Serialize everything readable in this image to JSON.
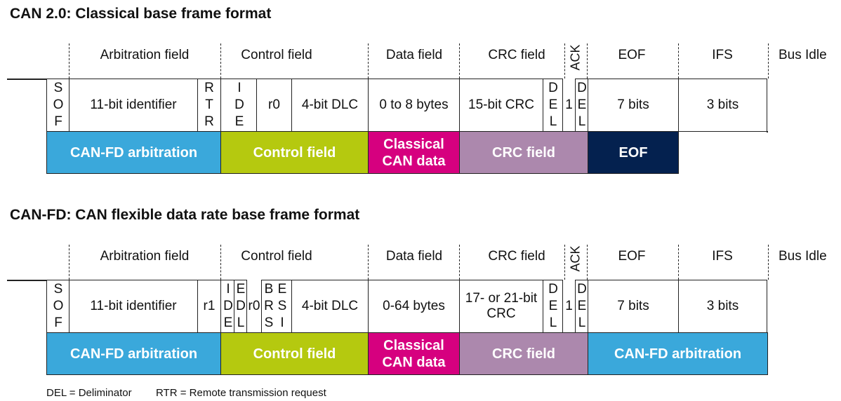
{
  "can20": {
    "title": "CAN 2.0: Classical base frame format",
    "headers": {
      "arbitration": "Arbitration field",
      "control": "Control field",
      "data": "Data field",
      "crc": "CRC field",
      "ack": "ACK",
      "eof": "EOF",
      "ifs": "IFS",
      "bus_idle": "Bus Idle"
    },
    "cells": {
      "sof": [
        "S",
        "O",
        "F"
      ],
      "identifier": "11-bit identifier",
      "rtr": [
        "R",
        "T",
        "R"
      ],
      "ide": [
        "I",
        "D",
        "E"
      ],
      "r0": "r0",
      "dlc": "4-bit DLC",
      "data": "0 to 8 bytes",
      "crc": "15-bit CRC",
      "crc_del": [
        "D",
        "E",
        "L"
      ],
      "ack_slot": "1",
      "ack_del": [
        "D",
        "E",
        "L"
      ],
      "eof": "7 bits",
      "ifs": "3 bits"
    },
    "bands": {
      "arbitration": "CAN-FD arbitration",
      "control": "Control field",
      "data": "Classical CAN data",
      "crc": "CRC field",
      "eof": "EOF"
    }
  },
  "canfd": {
    "title": "CAN-FD: CAN flexible data rate base frame format",
    "headers": {
      "arbitration": "Arbitration field",
      "control": "Control field",
      "data": "Data field",
      "crc": "CRC field",
      "ack": "ACK",
      "eof": "EOF",
      "ifs": "IFS",
      "bus_idle": "Bus Idle"
    },
    "cells": {
      "sof": [
        "S",
        "O",
        "F"
      ],
      "identifier": "11-bit identifier",
      "r1": "r1",
      "ide": [
        "I",
        "D",
        "E"
      ],
      "edl": [
        "E",
        "D",
        "L"
      ],
      "r0": "r0",
      "brs": [
        "B",
        "R",
        "S"
      ],
      "esi": [
        "E",
        "S",
        "I"
      ],
      "dlc": "4-bit DLC",
      "data": "0-64 bytes",
      "crc": "17- or 21-bit CRC",
      "crc_del": [
        "D",
        "E",
        "L"
      ],
      "ack_slot": "1",
      "ack_del": [
        "D",
        "E",
        "L"
      ],
      "eof": "7 bits",
      "ifs": "3 bits"
    },
    "bands": {
      "arbitration": "CAN-FD arbitration",
      "control": "Control field",
      "data": "Classical CAN data",
      "crc": "CRC field",
      "arbitration2": "CAN-FD arbitration"
    }
  },
  "footer": {
    "del": "DEL = Deliminator",
    "rtr": "RTR = Remote transmission request"
  },
  "colors": {
    "blue": "#3aa8db",
    "green": "#b5c90f",
    "magenta": "#d6007f",
    "mauve": "#ac88ad",
    "navy": "#04214f"
  }
}
